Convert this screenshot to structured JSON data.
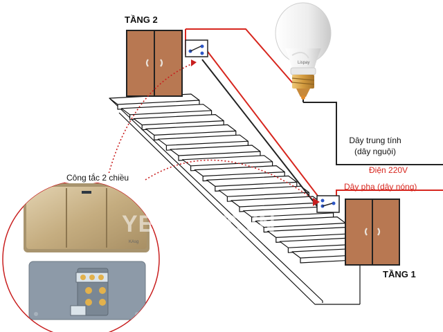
{
  "labels": {
    "floor_top": "TẦNG 2",
    "floor_bottom": "TẦNG 1",
    "neutral_wire_line1": "Dây trung tính",
    "neutral_wire_line2": "(dây nguội)",
    "power": "Điện 220V",
    "phase_wire": "Dây pha (dây nóng)",
    "switch_caption": "Công tắc 2 chiều",
    "watermark": "YENPHAT.VN",
    "switch_brand": "KAsg",
    "bulb_brand": "Lispay"
  },
  "colors": {
    "wire_red": "#d7261e",
    "wire_black": "#222222",
    "door": "#b87852",
    "door_border": "#222222",
    "stair_line": "#111111",
    "switch_gold": "#c9b48a",
    "switch_back": "#8d9aa8",
    "bulb_white": "#f2f2f2",
    "bulb_base": "#d4a24c"
  },
  "icons": {
    "bulb": "light-bulb-icon",
    "door": "door-icon",
    "switch": "two-way-switch-icon"
  }
}
